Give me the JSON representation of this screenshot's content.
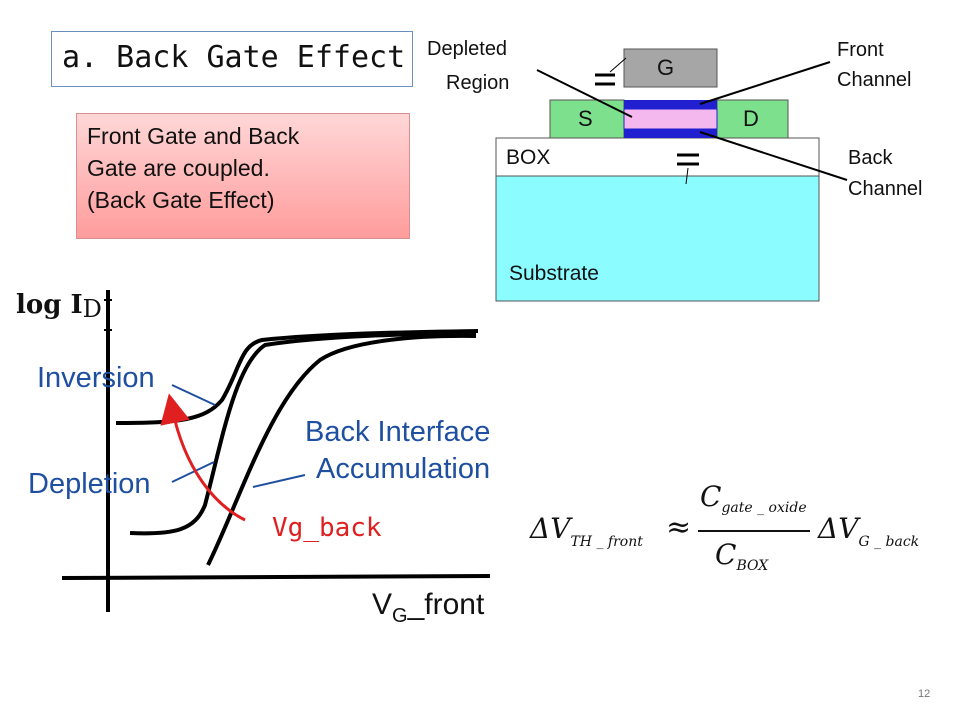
{
  "title": "a. Back Gate Effect",
  "callout": {
    "line1": "Front Gate and Back",
    "line2": "Gate are coupled.",
    "line3": "(Back Gate Effect)"
  },
  "device": {
    "gate": "G",
    "source": "S",
    "drain": "D",
    "box": "BOX",
    "substrate": "Substrate",
    "depleted_region": [
      "Depleted",
      "Region"
    ],
    "front_channel": [
      "Front",
      "Channel"
    ],
    "back_channel": [
      "Back",
      "Channel"
    ],
    "colors": {
      "gate": "#a6a6a6",
      "source_drain": "#7de08c",
      "channel": "#2020d0",
      "depleted": "#f5b8ee",
      "box": "#ffffff",
      "substrate": "#8bfcff"
    }
  },
  "graph": {
    "ylabel": "log I",
    "ylabel_sub": "D",
    "xlabel": "V",
    "xlabel_sub": "G",
    "xlabel_rest": "_front",
    "inversion": "Inversion",
    "depletion": "Depletion",
    "back_interface": [
      "Back Interface",
      "Accumulation"
    ],
    "vg_back": "Vg_back",
    "arrow_color": "#e02020"
  },
  "formula": {
    "lhs": "ΔV",
    "lhs_sub": "TH _ front",
    "approx": "≈",
    "num": "C",
    "num_sub": "gate _ oxide",
    "den": "C",
    "den_sub": "BOX",
    "rhs": "ΔV",
    "rhs_sub": "G _ back"
  },
  "page_number": "12"
}
